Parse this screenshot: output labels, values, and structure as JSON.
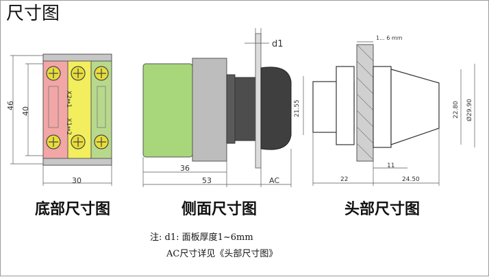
{
  "title": "尺寸图",
  "captions": {
    "bottom": "底部尺寸图",
    "side": "侧面尺寸图",
    "head": "头部尺寸图"
  },
  "notes": {
    "line1": "注: d1: 面板厚度1~6mm",
    "line2": "AC尺寸详见《头部尺寸图》"
  },
  "dimensions": {
    "bottom_width": "30",
    "bottom_height_outer": "46",
    "bottom_height_inner": "40",
    "side_body": "36",
    "side_total": "53",
    "side_ac": "AC",
    "side_d1": "d1",
    "head_panel": "1... 6 mm",
    "head_left_h": "21.55",
    "head_right_h": "22.80",
    "head_dia": "Ø29.90",
    "head_back": "22",
    "head_front": "24.50",
    "head_collar": "11"
  },
  "contact_labels": {
    "upper": "X2↔1",
    "lower": "X1↔2"
  }
}
